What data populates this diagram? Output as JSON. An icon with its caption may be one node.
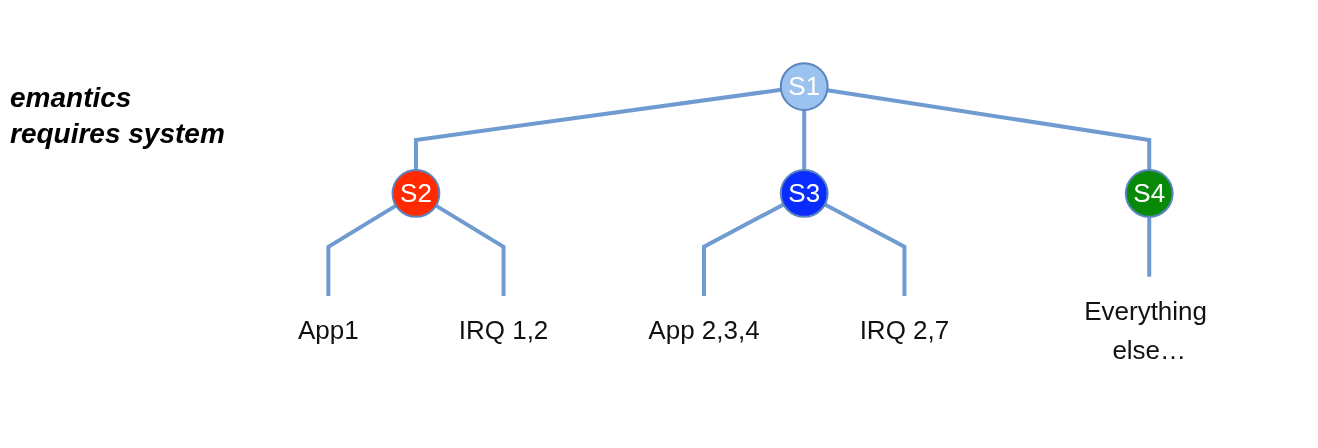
{
  "diagram": {
    "nodes": [
      {
        "text": [
          "S1"
        ]
      },
      {
        "text": [
          "S2"
        ]
      },
      {
        "text": [
          "S3"
        ]
      },
      {
        "text": [
          "S4"
        ]
      },
      {
        "text": [
          "App1"
        ]
      },
      {
        "text": [
          "IRQ 1,2"
        ]
      },
      {
        "text": [
          "App 2,3,4"
        ]
      },
      {
        "text": [
          "IRQ 2,7"
        ]
      },
      {
        "text": [
          "Everything else…"
        ]
      }
    ],
    "edges": [
      {
        "from": 0,
        "to": 1,
        "arrow": "none"
      },
      {
        "from": 0,
        "to": 2,
        "arrow": "none"
      },
      {
        "from": 0,
        "to": 3,
        "arrow": "none"
      },
      {
        "from": 1,
        "to": 4,
        "arrow": "none"
      },
      {
        "from": 1,
        "to": 5,
        "arrow": "none"
      },
      {
        "from": 2,
        "to": 6,
        "arrow": "none"
      },
      {
        "from": 2,
        "to": 7,
        "arrow": "none"
      },
      {
        "from": 3,
        "to": 8,
        "arrow": "none"
      }
    ],
    "labels": [
      "emantics requires system"
    ]
  }
}
